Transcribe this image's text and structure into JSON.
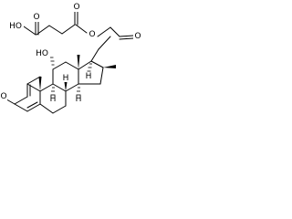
{
  "structure": {
    "atoms": {
      "ho": "HO",
      "o_carbonyl_acid": "O",
      "o_ester_bridge": "O",
      "o_ketone_c20": "O",
      "o_ketone_c3": "O",
      "ho_c11": "HO",
      "h_c8": "H",
      "h_c9": "H",
      "h_c14": "H",
      "h_c17": "H"
    }
  }
}
